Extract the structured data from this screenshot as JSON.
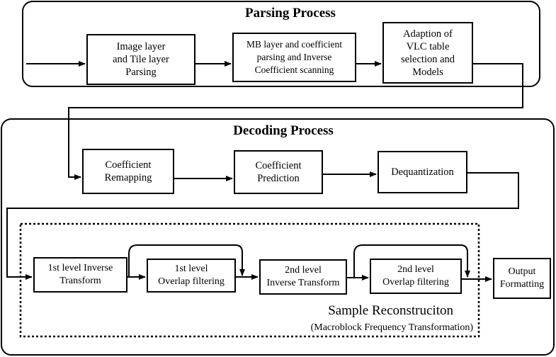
{
  "parsing": {
    "title": "Parsing Process",
    "boxes": [
      "Image layer\nand Tile layer\nParsing",
      "MB layer and coefficient\nparsing and Inverse\nCoefficient scanning",
      "Adaption of\nVLC table\nselection and\nModels"
    ]
  },
  "decoding": {
    "title": "Decoding Process",
    "boxes": [
      "Coefficient\nRemapping",
      "Coefficient\nPrediction",
      "Dequantization"
    ]
  },
  "reconstruction": {
    "boxes": [
      "1st level Inverse\nTransform",
      "1st level\nOverlap filtering",
      "2nd level\nInverse Transform",
      "2nd level\nOverlap filtering"
    ],
    "title": "Sample Reconstruciton",
    "subtitle": "(Macroblock Frequency Transformation)"
  },
  "output": {
    "label": "Output\nFormatting"
  }
}
